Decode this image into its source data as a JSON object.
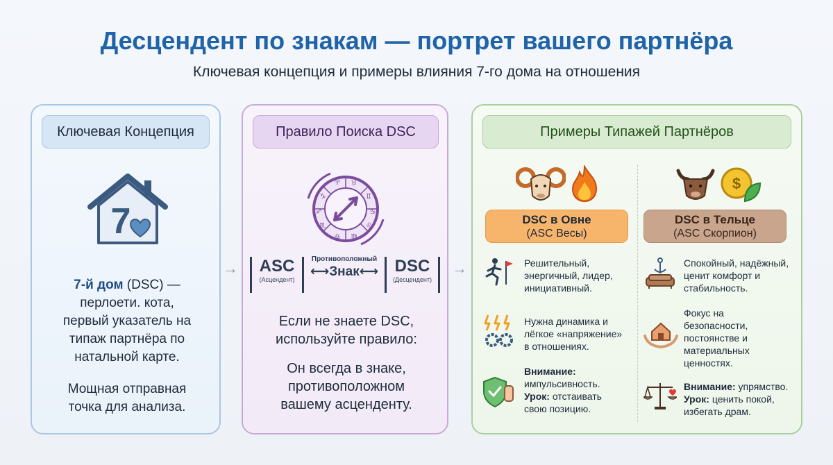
{
  "title": "Десцендент по знакам — портрет вашего партнёра",
  "subtitle": "Ключевая концепция и примеры влияния 7-го дома на отношения",
  "panel1": {
    "header": "Ключевая Концепция",
    "house_number": "7",
    "line1_bold": "7-й дом",
    "line1_rest": " (DSC) —",
    "line2": "перлоети. кота,",
    "line3": "первый указатель на",
    "line4": "типаж партнёра по",
    "line5": "натальной карте.",
    "para2_l1": "Мощная отправная",
    "para2_l2": "точка для анализа."
  },
  "panel2": {
    "header": "Правило Поиска DSC",
    "asc": "ASC",
    "asc_sub": "(Асцендент)",
    "opposite_small": "Противоположный",
    "znak": "Знак",
    "dsc": "DSC",
    "dsc_sub": "(Десцендент)",
    "text1_l1": "Если не знаете DSC,",
    "text1_l2": "используйте правило:",
    "text2_l1": "Он всегда в знаке,",
    "text2_l2": "противоположном",
    "text2_l3": "вашему асценденту."
  },
  "panel3": {
    "header": "Примеры Типажей Партнёров",
    "aries": {
      "title": "DSC в Овне",
      "sub": "(ASC Весы)",
      "t1": [
        "Решительный,",
        "энергичный, лидер,",
        "инициативный."
      ],
      "t2": [
        "Нужна динамика и",
        "лёгкое «напряжение»",
        "в отношениях."
      ],
      "t3_label1": "Внимание:",
      "t3_l2": "импульсивность.",
      "t3_label2": "Урок:",
      "t3_l3rest": " отстаивать",
      "t3_l4": "свою позицию."
    },
    "taurus": {
      "title": "DSC в Тельце",
      "sub": "(ASC Скорпион)",
      "t1": [
        "Спокойный, надёжный,",
        "ценит комфорт и",
        "стабильность."
      ],
      "t2": [
        "Фокус на",
        "безопасности,",
        "постоянстве и",
        "материальных",
        "ценностях."
      ],
      "t3_label1": "Внимание:",
      "t3_l1rest": " упрямство.",
      "t3_label2": "Урок:",
      "t3_l2rest": " ценить покой,",
      "t3_l3": "избегать драм."
    }
  },
  "colors": {
    "title_blue": "#1f63a8",
    "blue_panel": "#a9c6e2",
    "purple_panel": "#c8a9d9",
    "green_panel": "#a8cfa0",
    "aries_orange": "#f7b56c",
    "taurus_brown": "#c9a58e"
  },
  "icons": [
    "house-icon",
    "heart-icon",
    "zodiac-wheel-icon",
    "ram-icon",
    "fire-icon",
    "bull-icon",
    "coin-leaf-icon",
    "runner-flag-icon",
    "lightning-gears-icon",
    "shield-hand-icon",
    "anchor-sofa-icon",
    "house-hands-icon",
    "scales-heart-icon"
  ]
}
